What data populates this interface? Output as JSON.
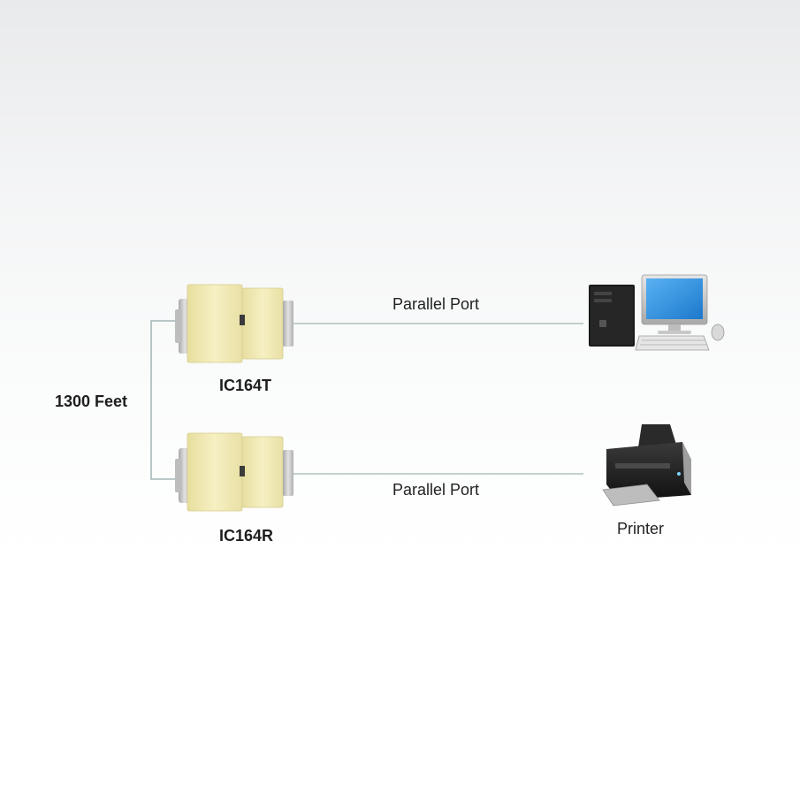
{
  "diagram": {
    "distance_label": "1300 Feet",
    "transmitter": {
      "label": "IC164T"
    },
    "receiver": {
      "label": "IC164R"
    },
    "top_link": {
      "label": "Parallel Port"
    },
    "bottom_link": {
      "label": "Parallel Port"
    },
    "computer": {
      "icon": "desktop-computer-icon"
    },
    "printer": {
      "label": "Printer",
      "icon": "printer-icon"
    },
    "colors": {
      "adapter_body": "#f2ebb6",
      "adapter_shade": "#e3d99a",
      "line": "#9fb5b6",
      "screen": "#2b8fe0",
      "tower": "#1b1b1b"
    }
  }
}
